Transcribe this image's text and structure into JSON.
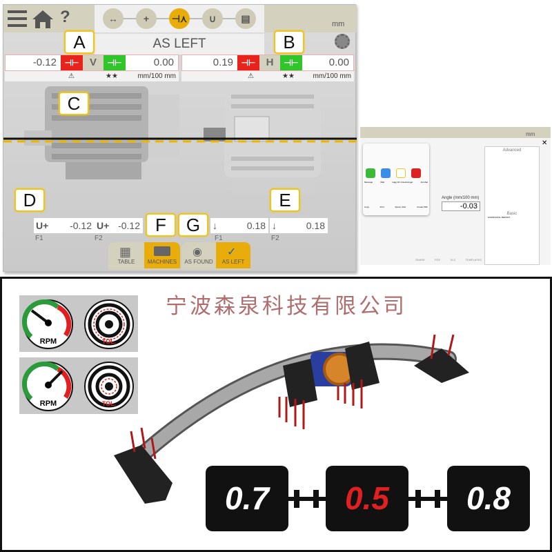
{
  "app": {
    "units": "mm",
    "title": "AS LEFT",
    "steps": [
      {
        "icon": "distance-icon"
      },
      {
        "icon": "measure-icon"
      },
      {
        "icon": "result-icon",
        "active": true
      },
      {
        "icon": "adjust-icon"
      },
      {
        "icon": "report-icon"
      }
    ],
    "vertical": {
      "axis": "V",
      "angle": "-0.12",
      "offset": "0.00",
      "unit": "mm/100 mm"
    },
    "horizontal": {
      "axis": "H",
      "angle": "0.19",
      "offset": "0.00",
      "unit": "mm/100 mm"
    },
    "feet_v": [
      {
        "label": "F1",
        "value": "-0.12"
      },
      {
        "label": "F2",
        "value": "-0.12"
      }
    ],
    "feet_h": [
      {
        "label": "F1",
        "value": "0.18"
      },
      {
        "label": "F2",
        "value": "0.18"
      }
    ],
    "tabs": {
      "table": "TABLE",
      "machines": "MACHINES",
      "as_found": "AS FOUND",
      "as_left": "AS LEFT"
    },
    "callouts": {
      "a": "A",
      "b": "B",
      "c": "C",
      "d": "D",
      "e": "E",
      "f": "F",
      "g": "G"
    },
    "colors": {
      "accent": "#e8ac0b",
      "bad": "#e8231c",
      "good": "#2fc52b"
    }
  },
  "watermark": "宁波森泉科技有限公司",
  "share": {
    "units": "mm",
    "angle_label": "Angle (mm/100 mm)",
    "angle_value": "-0.03",
    "apps": [
      "Message",
      "Mail",
      "Lägg till i Anteckningar",
      "Acrobat"
    ],
    "actions": [
      "Copy",
      "Print",
      "Spara i Filer",
      "Create PDF"
    ],
    "bottom": [
      "SHARE",
      "PDF",
      "XLS",
      "TEMPLATES"
    ],
    "templates": [
      "Advanced",
      "Basic"
    ],
    "report": "HORIZONTAL REPORT"
  },
  "gauges": {
    "label": "RPM",
    "target": "TOL.",
    "panels": [
      {
        "rpm": "low"
      },
      {
        "rpm": "high"
      }
    ]
  },
  "values": [
    "0.7",
    "0.5",
    "0.8"
  ]
}
